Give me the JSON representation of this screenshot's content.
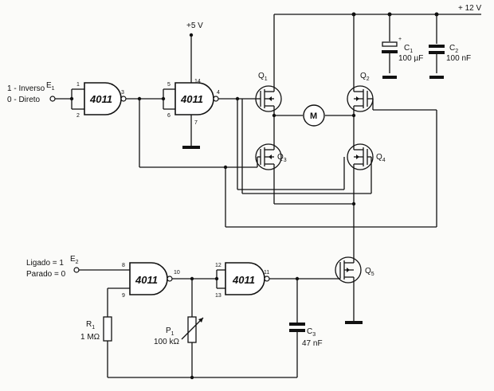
{
  "supply": {
    "label": "+ 12 V",
    "logic": "+5 V"
  },
  "inputs": {
    "e1": {
      "name": "E",
      "sub": "1",
      "line1": "1 - Inverso",
      "line2": "0 - Direto"
    },
    "e2": {
      "name": "E",
      "sub": "2",
      "line1": "Ligado = 1",
      "line2": "Parado = 0"
    }
  },
  "gates": {
    "g1": "4011",
    "g2": "4011",
    "g3": "4011",
    "g4": "4011"
  },
  "pins": {
    "g1_in_a": "1",
    "g1_in_b": "2",
    "g1_out": "3",
    "g2_in_a": "5",
    "g2_in_b": "6",
    "g2_out": "4",
    "g2_vdd": "14",
    "g2_gnd": "7",
    "g3_in_a": "8",
    "g3_in_b": "9",
    "g3_out": "10",
    "g4_in_a": "12",
    "g4_in_b": "13",
    "g4_out": "11"
  },
  "transistors": {
    "q1": {
      "name": "Q",
      "sub": "1"
    },
    "q2": {
      "name": "Q",
      "sub": "2"
    },
    "q3": {
      "name": "Q",
      "sub": "3"
    },
    "q4": {
      "name": "Q",
      "sub": "4"
    },
    "q5": {
      "name": "Q",
      "sub": "5"
    }
  },
  "motor": "M",
  "capacitors": {
    "c1": {
      "name": "C",
      "sub": "1",
      "value": "100 µF",
      "polarity": "+"
    },
    "c2": {
      "name": "C",
      "sub": "2",
      "value": "100 nF"
    },
    "c3": {
      "name": "C",
      "sub": "3",
      "value": "47 nF"
    }
  },
  "resistors": {
    "r1": {
      "name": "R",
      "sub": "1",
      "value": "1 MΩ"
    },
    "p1": {
      "name": "P",
      "sub": "1",
      "value": "100 kΩ"
    }
  }
}
